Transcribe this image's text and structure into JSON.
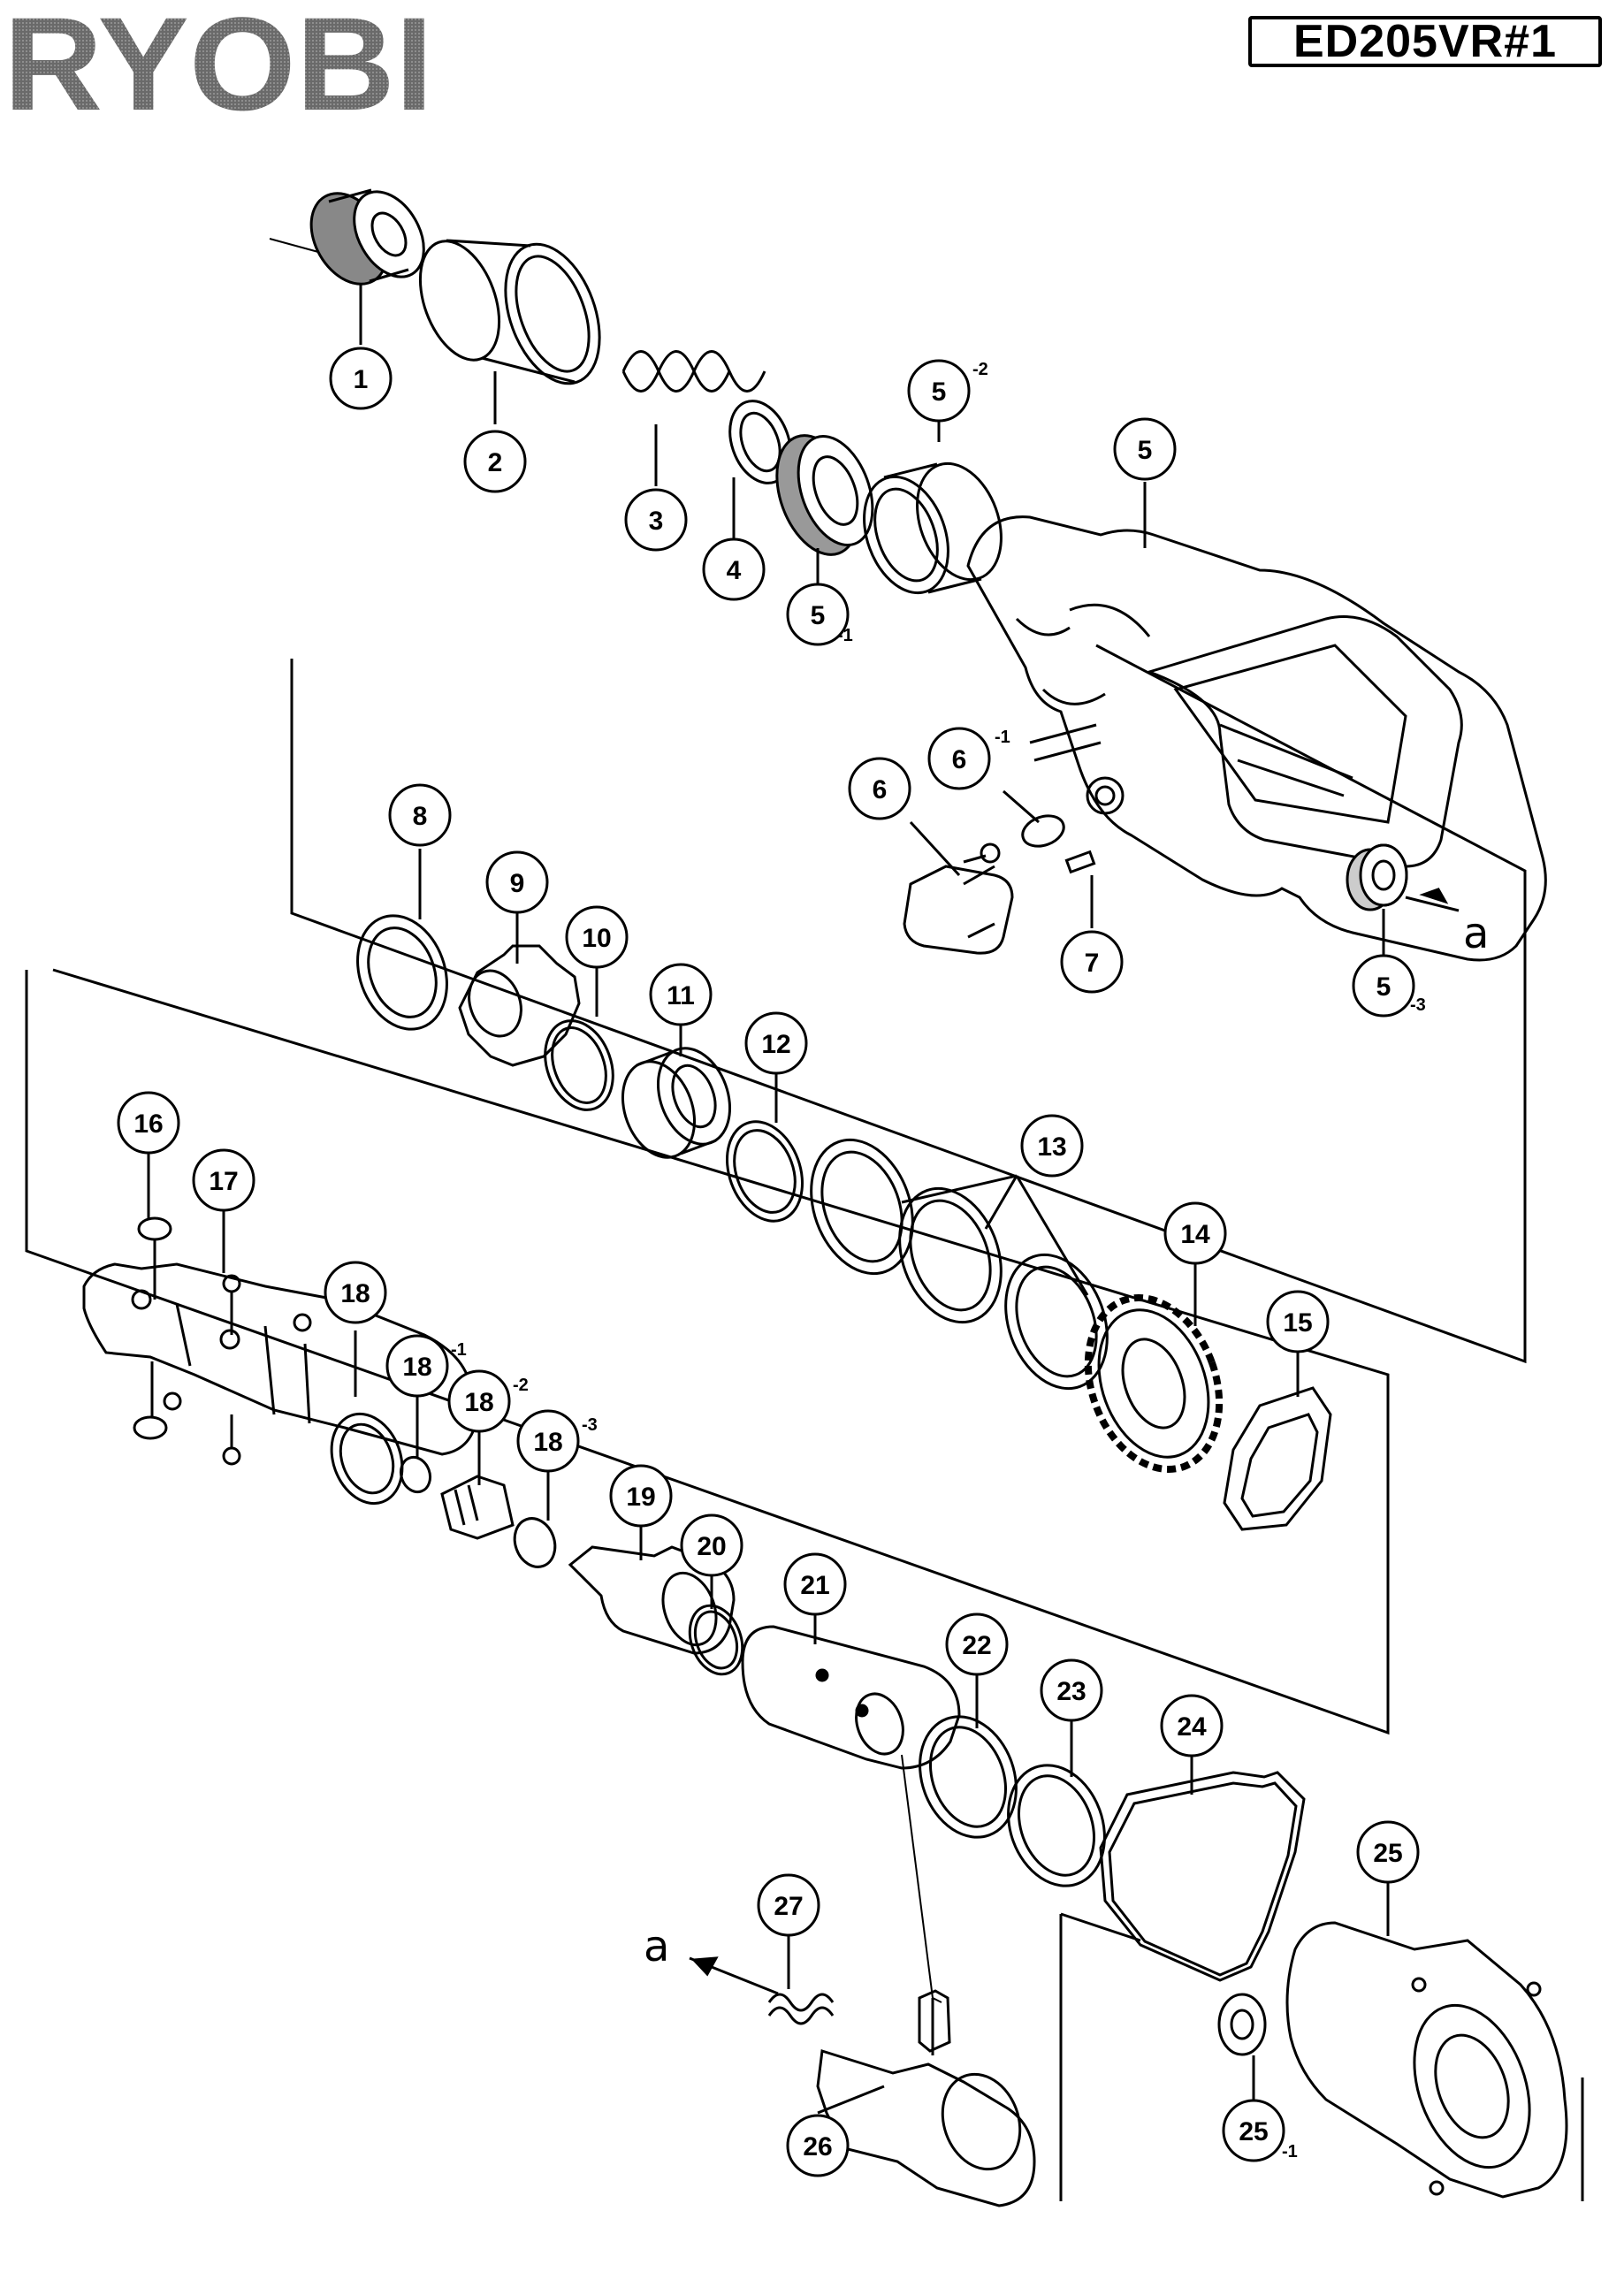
{
  "brand": {
    "name": "RYOBI"
  },
  "model": "ED205VR#1",
  "arrow_marker": "a",
  "callouts": [
    {
      "id": "c1",
      "text": "1",
      "sub": ""
    },
    {
      "id": "c2",
      "text": "2",
      "sub": ""
    },
    {
      "id": "c3",
      "text": "3",
      "sub": ""
    },
    {
      "id": "c4",
      "text": "4",
      "sub": ""
    },
    {
      "id": "c5-1",
      "text": "5",
      "sub": "-1"
    },
    {
      "id": "c5-2",
      "text": "5",
      "sub": "-2"
    },
    {
      "id": "c5",
      "text": "5",
      "sub": ""
    },
    {
      "id": "c6-1",
      "text": "6",
      "sub": "-1"
    },
    {
      "id": "c6",
      "text": "6",
      "sub": ""
    },
    {
      "id": "c7",
      "text": "7",
      "sub": ""
    },
    {
      "id": "c5-3",
      "text": "5",
      "sub": "-3"
    },
    {
      "id": "c8",
      "text": "8",
      "sub": ""
    },
    {
      "id": "c9",
      "text": "9",
      "sub": ""
    },
    {
      "id": "c10",
      "text": "10",
      "sub": ""
    },
    {
      "id": "c11",
      "text": "11",
      "sub": ""
    },
    {
      "id": "c12",
      "text": "12",
      "sub": ""
    },
    {
      "id": "c13",
      "text": "13",
      "sub": ""
    },
    {
      "id": "c14",
      "text": "14",
      "sub": ""
    },
    {
      "id": "c15",
      "text": "15",
      "sub": ""
    },
    {
      "id": "c16",
      "text": "16",
      "sub": ""
    },
    {
      "id": "c17",
      "text": "17",
      "sub": ""
    },
    {
      "id": "c18",
      "text": "18",
      "sub": ""
    },
    {
      "id": "c18-1",
      "text": "18",
      "sub": "-1"
    },
    {
      "id": "c18-2",
      "text": "18",
      "sub": "-2"
    },
    {
      "id": "c18-3",
      "text": "18",
      "sub": "-3"
    },
    {
      "id": "c19",
      "text": "19",
      "sub": ""
    },
    {
      "id": "c20",
      "text": "20",
      "sub": ""
    },
    {
      "id": "c21",
      "text": "21",
      "sub": ""
    },
    {
      "id": "c22",
      "text": "22",
      "sub": ""
    },
    {
      "id": "c23",
      "text": "23",
      "sub": ""
    },
    {
      "id": "c24",
      "text": "24",
      "sub": ""
    },
    {
      "id": "c25",
      "text": "25",
      "sub": ""
    },
    {
      "id": "c25-1",
      "text": "25",
      "sub": "-1"
    },
    {
      "id": "c26",
      "text": "26",
      "sub": ""
    },
    {
      "id": "c27",
      "text": "27",
      "sub": ""
    }
  ]
}
